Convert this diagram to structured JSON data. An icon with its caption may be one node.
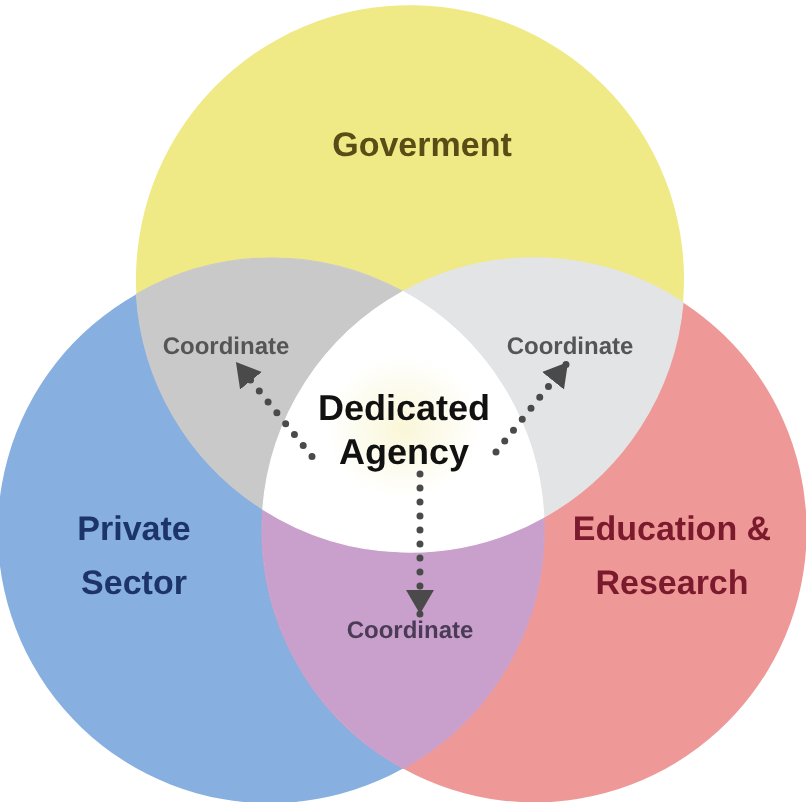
{
  "diagram": {
    "nodes": [
      {
        "text": [
          "Goverment"
        ]
      },
      {
        "text": [
          "Private Sector"
        ]
      },
      {
        "text": [
          "Education & Research"
        ]
      },
      {
        "text": [
          "Dedicated Agency"
        ]
      },
      {
        "text": [
          "Coordinate"
        ]
      },
      {
        "text": [
          "Coordinate"
        ]
      },
      {
        "text": [
          "Coordinate"
        ]
      }
    ],
    "edges": [
      {
        "from": 3,
        "to": 4,
        "arrow": "to",
        "style": "dashed"
      },
      {
        "from": 3,
        "to": 5,
        "arrow": "to",
        "style": "dashed"
      },
      {
        "from": 3,
        "to": 6,
        "arrow": "to",
        "style": "dashed"
      }
    ]
  }
}
